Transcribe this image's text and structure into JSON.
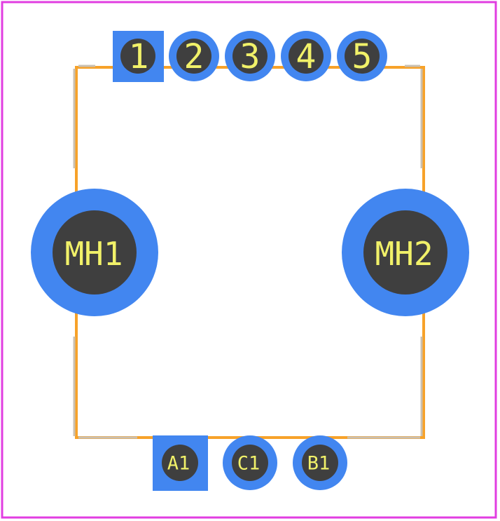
{
  "colors": {
    "background": "#ffffff",
    "courtyard": "#e13de1",
    "silkscreen": "#f7a229",
    "fab_outline": "#c9c0b2",
    "pad_copper": "#4286f0",
    "drill_hole": "#3f3f3f",
    "pad_text": "#f1f169"
  },
  "header_pads": [
    {
      "label": "1",
      "shape": "square"
    },
    {
      "label": "2",
      "shape": "round"
    },
    {
      "label": "3",
      "shape": "round"
    },
    {
      "label": "4",
      "shape": "round"
    },
    {
      "label": "5",
      "shape": "round"
    }
  ],
  "mounting_holes": [
    {
      "label": "MH1"
    },
    {
      "label": "MH2"
    }
  ],
  "encoder_pads": [
    {
      "label": "A1",
      "shape": "square"
    },
    {
      "label": "C1",
      "shape": "round"
    },
    {
      "label": "B1",
      "shape": "round"
    }
  ]
}
